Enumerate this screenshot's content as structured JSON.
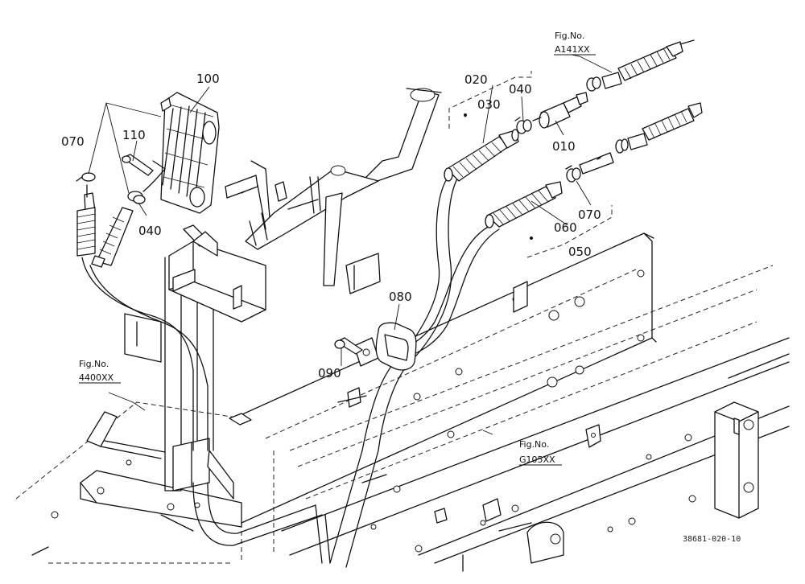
{
  "callouts": {
    "c100": "100",
    "c110": "110",
    "c070a": "070",
    "c040a": "040",
    "c020": "020",
    "c030": "030",
    "c040b": "040",
    "c010": "010",
    "c070b": "070",
    "c060": "060",
    "c050": "050",
    "c080": "080",
    "c090": "090"
  },
  "figure_refs": {
    "a141": {
      "prefix": "Fig.No.",
      "code": "A141XX"
    },
    "r4400": {
      "prefix": "Fig.No.",
      "code": "4400XX"
    },
    "g105": {
      "prefix": "Fig.No.",
      "code": "G105XX"
    }
  },
  "drawing_id": "38681-020-10"
}
